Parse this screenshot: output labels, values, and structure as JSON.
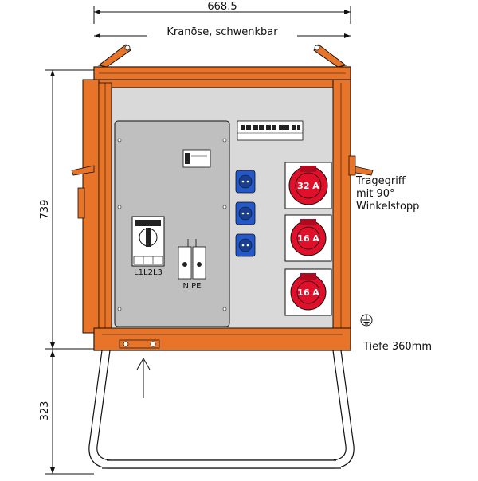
{
  "dimensions": {
    "width": "668.5",
    "height_cabinet": "739",
    "height_stand": "323"
  },
  "annotations": {
    "crane_eye": "Kranöse, schwenkbar",
    "handle_line1": "Tragegriff",
    "handle_line2": "mit 90°",
    "handle_line3": "Winkelstopp",
    "depth": "Tiefe 360mm"
  },
  "components": {
    "main_switch_label": "L1L2L3",
    "neutral_pe_label": "N PE",
    "cee_sockets": [
      {
        "rating": "32 A"
      },
      {
        "rating": "16 A"
      },
      {
        "rating": "16 A"
      }
    ],
    "schuko_count": 3
  },
  "colors": {
    "frame_orange": "#e8742a",
    "panel_gray": "#d9d9d9",
    "inner_panel_gray": "#bfbfbf",
    "cee_red": "#e0102a",
    "schuko_blue": "#2457c9"
  }
}
